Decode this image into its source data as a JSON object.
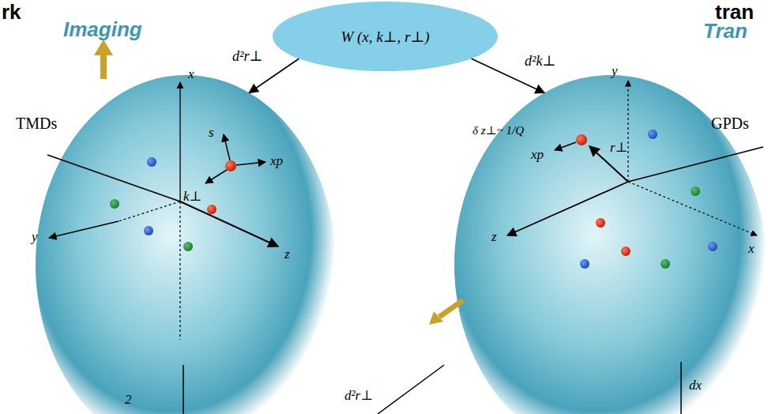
{
  "diagram": {
    "nodes": [
      {
        "text": [
          "W (x, k⊥, r⊥)"
        ]
      },
      {
        "text": [
          "TMDs"
        ]
      },
      {
        "text": [
          "GPDs"
        ]
      }
    ],
    "edges": [
      {
        "from": 0,
        "to": 1,
        "arrow": "to",
        "label": "d²r⊥"
      },
      {
        "from": 0,
        "to": 2,
        "arrow": "to",
        "label": "d²k⊥"
      }
    ],
    "labels": [
      "rk",
      "tran",
      "Imaging",
      "Tran",
      "x",
      "s",
      "k⊥",
      "xp",
      "y",
      "z",
      "δ z⊥~ 1/Q",
      "xp",
      "r⊥",
      "z",
      "y",
      "x",
      "2",
      "d²r⊥",
      "dx"
    ]
  }
}
